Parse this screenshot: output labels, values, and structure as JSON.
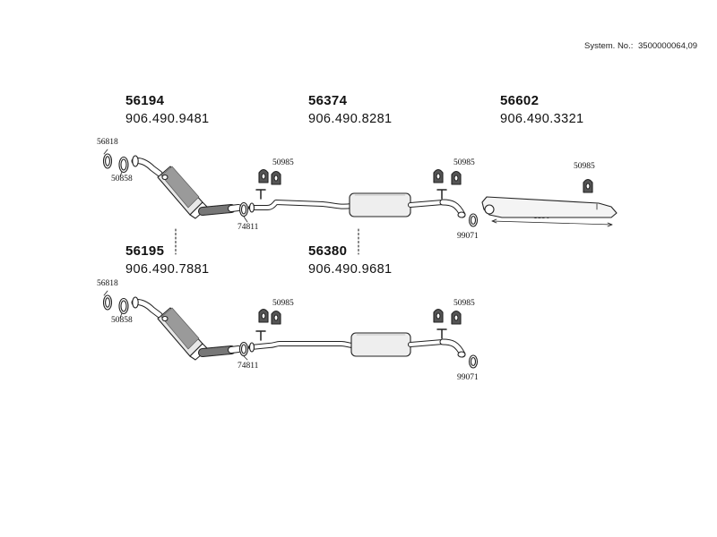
{
  "system": {
    "label": "System. No.:",
    "number": "3500000064,09"
  },
  "assemblies": [
    {
      "part": "56194",
      "oem": "906.490.9481"
    },
    {
      "part": "56374",
      "oem": "906.490.8281"
    },
    {
      "part": "56602",
      "oem": "906.490.3321"
    },
    {
      "part": "56195",
      "oem": "906.490.7881"
    },
    {
      "part": "56380",
      "oem": "906.490.9681"
    }
  ],
  "components": {
    "gasket_56818": "56818",
    "ring_50858": "50858",
    "clamp_74811": "74811",
    "hanger_50985": "50985",
    "clamp_99071": "99071"
  },
  "dimensions": {
    "tailpipe_length": "1130"
  },
  "colors": {
    "line": "#222222",
    "fill_light": "#f2f2f2",
    "fill_mid": "#cfcfcf",
    "fill_dark": "#8a8a8a"
  }
}
